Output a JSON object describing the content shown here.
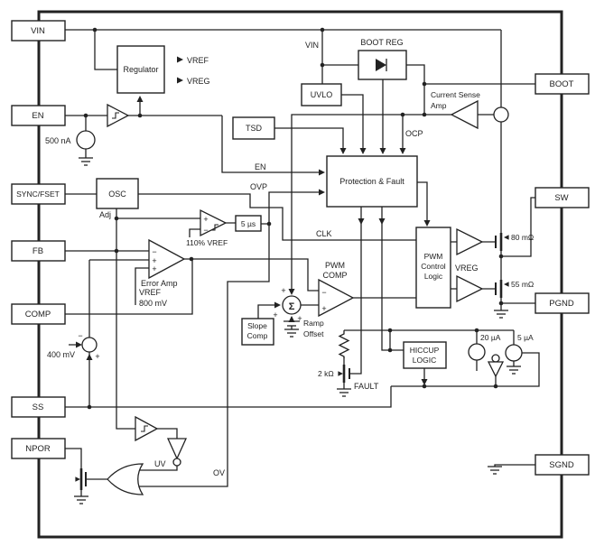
{
  "diagram": {
    "colors": {
      "ink": "#222222",
      "background": "#ffffff"
    },
    "pins_left": [
      {
        "label": "VIN"
      },
      {
        "label": "EN"
      },
      {
        "label": "SYNC/FSET"
      },
      {
        "label": "FB"
      },
      {
        "label": "COMP"
      },
      {
        "label": "SS"
      },
      {
        "label": "NPOR"
      }
    ],
    "pins_right": [
      {
        "label": "BOOT"
      },
      {
        "label": "SW"
      },
      {
        "label": "PGND"
      },
      {
        "label": "SGND"
      }
    ],
    "blocks": {
      "regulator": "Regulator",
      "boot_reg": "BOOT REG",
      "uvlo": "UVLO",
      "tsd": "TSD",
      "osc": "OSC",
      "protection": "Protection & Fault",
      "pwm_control_1": "PWM",
      "pwm_control_2": "Control",
      "pwm_control_3": "Logic",
      "hiccup_1": "HICCUP",
      "hiccup_2": "LOGIC",
      "slope_comp_1": "Slope",
      "slope_comp_2": "Comp",
      "deglitch": "5 µs"
    },
    "labels": {
      "vref": "VREF",
      "vreg": "VREG",
      "vin_internal": "VIN",
      "current_500na": "500 nA",
      "adj": "Adj",
      "vref_110": "110% VREF",
      "en_internal": "EN",
      "ovp": "OVP",
      "ocp": "OCP",
      "clk": "CLK",
      "error_amp": "Error Amp",
      "vref_1": "VREF",
      "vref_2": "800 mV",
      "offset_400mv": "400 mV",
      "pwm_comp_1": "PWM",
      "pwm_comp_2": "COMP",
      "ramp_1": "Ramp",
      "ramp_2": "Offset",
      "cs_amp_1": "Current Sense",
      "cs_amp_2": "Amp",
      "r_high": "80 mΩ",
      "r_low": "55 mΩ",
      "vreg_driver": "VREG",
      "r_2k": "2 kΩ",
      "fault": "FAULT",
      "i_20ua": "20 µA",
      "i_5ua": "5 µA",
      "uv": "UV",
      "ov": "OV",
      "plus": "+",
      "minus": "−",
      "sigma": "Σ"
    }
  }
}
